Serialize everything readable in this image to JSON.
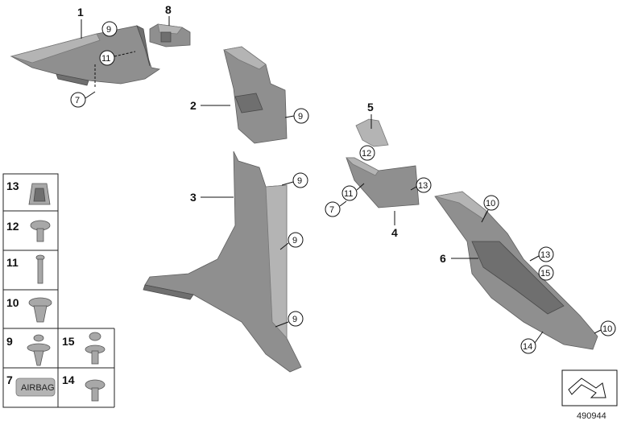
{
  "diagram": {
    "part_numbers": {
      "p1": "1",
      "p2": "2",
      "p3": "3",
      "p4": "4",
      "p5": "5",
      "p6": "6",
      "p8": "8"
    },
    "callouts": {
      "c9": "9",
      "c11": "11",
      "c7": "7",
      "c12": "12",
      "c13": "13",
      "c10": "10",
      "c15": "15",
      "c14": "14"
    },
    "hardware_legend": {
      "n13": "13",
      "n12": "12",
      "n11": "11",
      "n10": "10",
      "n9": "9",
      "n15": "15",
      "n7": "7",
      "n14": "14"
    },
    "reference_code": "490944",
    "cover_text": "AIRBAG"
  }
}
